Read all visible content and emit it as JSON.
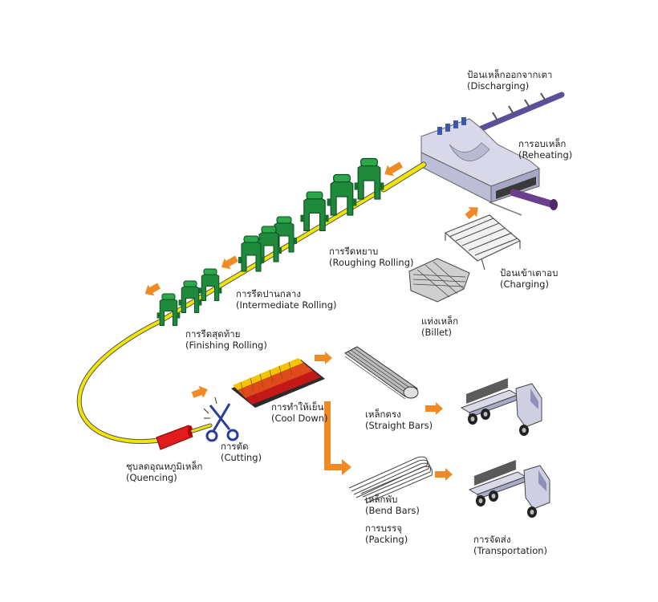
{
  "labels": {
    "discharging": {
      "th": "ป้อนเหล็กออกจากเตา",
      "en": "(Discharging)"
    },
    "reheating": {
      "th": "การอบเหล็ก",
      "en": "(Reheating)"
    },
    "roughing": {
      "th": "การรีดหยาบ",
      "en": "(Roughing Rolling)"
    },
    "intermediate": {
      "th": "การรีดปานกลาง",
      "en": "(Intermediate Rolling)"
    },
    "finishing": {
      "th": "การรีดสุดท้าย",
      "en": "(Finishing Rolling)"
    },
    "charging": {
      "th": "ป้อนเข้าเตาอบ",
      "en": "(Charging)"
    },
    "billet": {
      "th": "แท่งเหล็ก",
      "en": "(Billet)"
    },
    "cooldown": {
      "th": "การทำให้เย็น",
      "en": "(Cool Down)"
    },
    "straight": {
      "th": "เหล็กตรง",
      "en": "(Straight Bars)"
    },
    "cutting": {
      "th": "การตัด",
      "en": "(Cutting)"
    },
    "quencing": {
      "th": "ชุบลดอุณหภูมิเหล็ก",
      "en": "(Quencing)"
    },
    "bend": {
      "th": "เหล็กพับ",
      "en": "(Bend Bars)"
    },
    "packing": {
      "th": "การบรรจุ",
      "en": "(Packing)"
    },
    "transport": {
      "th": "การจัดส่ง",
      "en": "(Transportation)"
    }
  },
  "colors": {
    "furnace": "#cfcfe4",
    "furnace_dark": "#a9a9c8",
    "mill": "#1f8a3c",
    "bar": "#f2e600",
    "arrow": "#f08a24",
    "quench": "#e01b1b",
    "scissors": "#2b3d9c",
    "steel": "#707070"
  },
  "icons": [
    "scissors-icon",
    "truck-icon",
    "arrow-icon"
  ]
}
